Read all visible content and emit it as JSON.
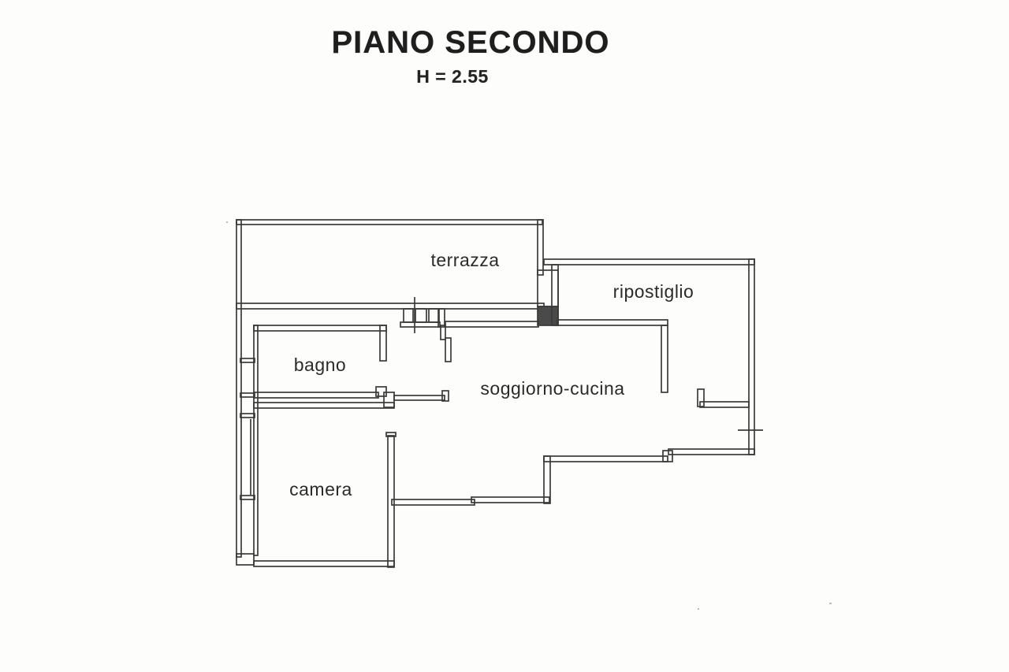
{
  "page": {
    "title": "PIANO SECONDO",
    "subtitle": "H = 2.55"
  },
  "floorplan": {
    "rooms": [
      {
        "id": "terrazza",
        "label": "terrazza"
      },
      {
        "id": "ripostiglio",
        "label": "ripostiglio"
      },
      {
        "id": "bagno",
        "label": "bagno"
      },
      {
        "id": "soggiorno-cucina",
        "label": "soggiorno-cucina"
      },
      {
        "id": "camera",
        "label": "camera"
      }
    ],
    "ink_color": "#3a3a3a",
    "paper_color": "#fdfdfb"
  }
}
